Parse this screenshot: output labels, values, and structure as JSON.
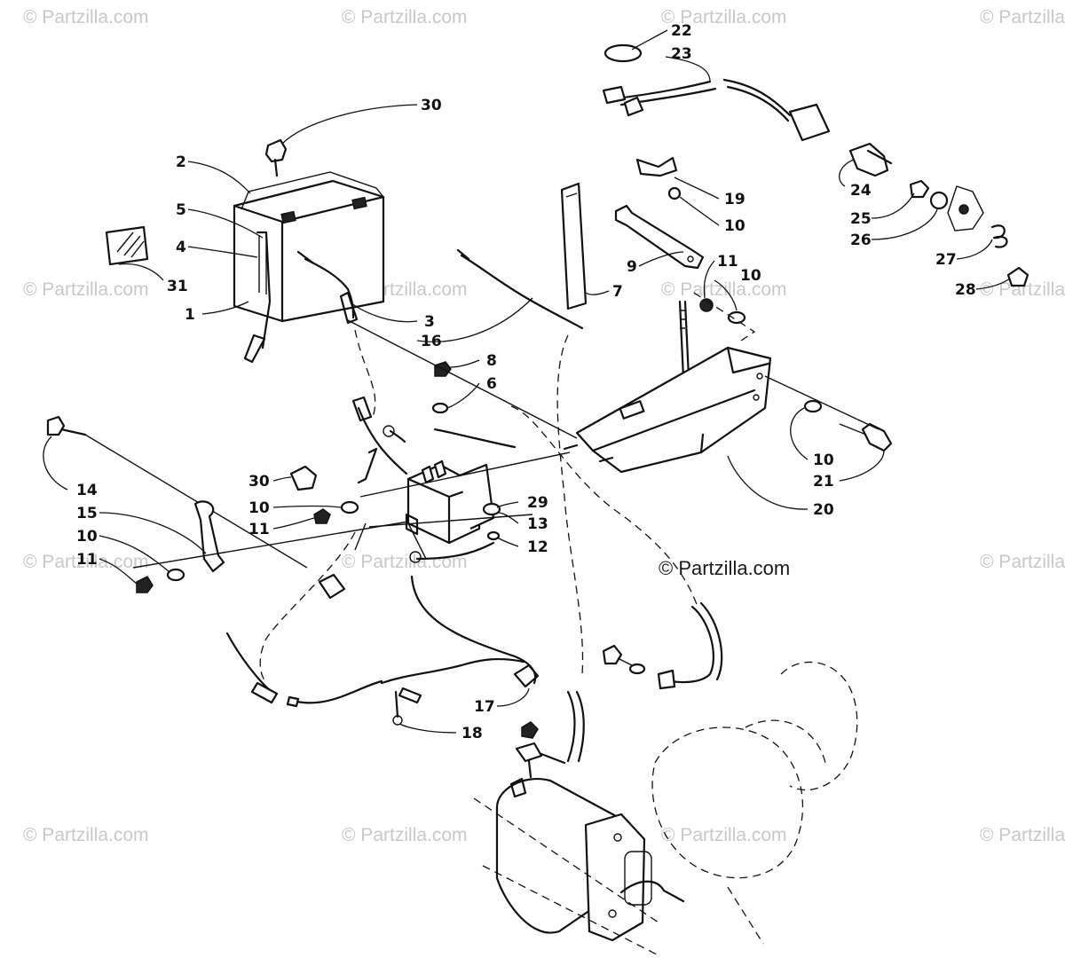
{
  "watermark": "© Partzilla.com",
  "credit": "© Partzilla.com",
  "callouts": [
    "30",
    "2",
    "5",
    "4",
    "31",
    "1",
    "3",
    "16",
    "7",
    "9",
    "19",
    "10",
    "11",
    "10",
    "22",
    "23",
    "24",
    "25",
    "26",
    "27",
    "28",
    "8",
    "6",
    "14",
    "15",
    "10",
    "11",
    "30",
    "10",
    "11",
    "29",
    "13",
    "12",
    "20",
    "10",
    "21",
    "17",
    "18"
  ]
}
